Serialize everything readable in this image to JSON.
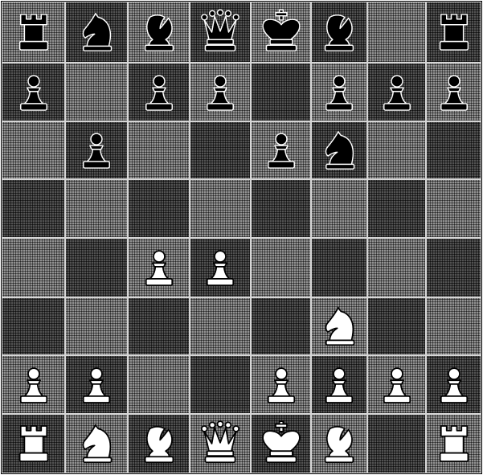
{
  "board": {
    "files": 8,
    "ranks": 8,
    "square_colors": {
      "light": "#7b7b7b",
      "dark": "#3d3d3d",
      "grid_line": "#d6d6d6"
    },
    "piece_colors": {
      "white": "#ffffff",
      "black": "#000000"
    },
    "position": [
      [
        "br",
        "bn",
        "bb",
        "bq",
        "bk",
        "bb",
        "",
        "br"
      ],
      [
        "bp",
        "",
        "bp",
        "bp",
        "",
        "bp",
        "bp",
        "bp"
      ],
      [
        "",
        "bp",
        "",
        "",
        "bp",
        "bn",
        "",
        ""
      ],
      [
        "",
        "",
        "",
        "",
        "",
        "",
        "",
        ""
      ],
      [
        "",
        "",
        "wp",
        "wp",
        "",
        "",
        "",
        ""
      ],
      [
        "",
        "",
        "",
        "",
        "",
        "wn",
        "",
        ""
      ],
      [
        "wp",
        "wp",
        "",
        "",
        "wp",
        "wp",
        "wp",
        "wp"
      ],
      [
        "wr",
        "wn",
        "wb",
        "wq",
        "wk",
        "wb",
        "",
        "wr"
      ]
    ],
    "piece_icons": {
      "p": "pawn-icon",
      "n": "knight-icon",
      "b": "bishop-icon",
      "r": "rook-icon",
      "q": "queen-icon",
      "k": "king-icon"
    }
  }
}
